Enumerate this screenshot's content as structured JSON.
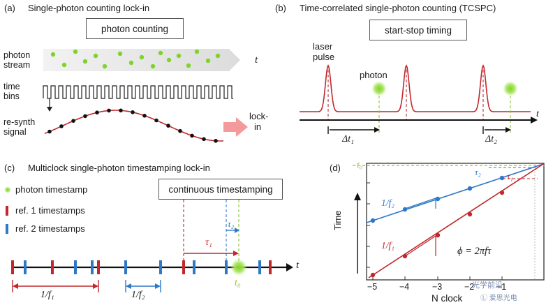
{
  "panel_a": {
    "letter": "(a)",
    "title": "Single-photon counting lock-in",
    "box": "photon counting",
    "row_labels": [
      "photon",
      "stream",
      "time",
      "bins",
      "re-synth",
      "signal"
    ],
    "t": "t",
    "lockin": [
      "lock-",
      "in"
    ]
  },
  "panel_b": {
    "letter": "(b)",
    "title": "Time-correlated single-photon counting (TCSPC)",
    "box": "start-stop timing",
    "laser": [
      "laser",
      "pulse"
    ],
    "photon": "photon",
    "t": "t",
    "dt1": "Δt₁",
    "dt2": "Δt₂"
  },
  "panel_c": {
    "letter": "(c)",
    "title": "Multiclock single-photon timestamping lock-in",
    "box": "continuous timestamping",
    "legend": [
      "photon timestamp",
      "ref. 1 timestamps",
      "ref. 2 timestamps"
    ],
    "tau1": "τ₁",
    "tau2": "τ₂",
    "t0": "t₀",
    "t": "t",
    "f1": "1/f₁",
    "f2": "1/f₂"
  },
  "panel_d": {
    "letter": "(d)",
    "t0": "t₀",
    "tau2": "τ₂",
    "tau1": "τ₁",
    "f2": "1/f₂",
    "f1": "1/f₁",
    "phi": "ϕ = 2πfτ",
    "ylabel": "Time",
    "xlabel": "N clock",
    "xticks": [
      "−5",
      "−4",
      "−3",
      "−2",
      "−1"
    ]
  },
  "watermark": [
    "光学前沿",
    "Ⓛ 爱思光电"
  ],
  "colors": {
    "red": "#c0282c",
    "blue": "#2e78c8",
    "green": "#8bd63a",
    "yellowgreen": "#9fbf2a",
    "pink": "#f08a8a"
  }
}
